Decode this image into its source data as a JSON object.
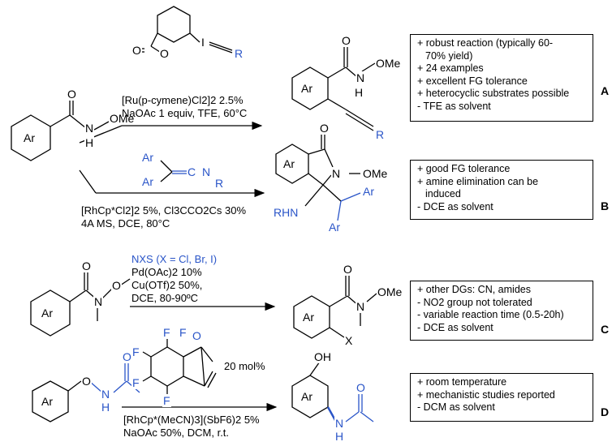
{
  "reactions": [
    {
      "id": "A",
      "reagent_line1": "[Ru(p-cymene)Cl2]2 2.5%",
      "reagent_line2": "NaOAc 1 equiv, TFE, 60°C",
      "notes": [
        "+ robust reaction (typically 60-",
        "70% yield)",
        "+ 24 examples",
        "+ excellent FG tolerance",
        "+ heterocyclic substrates possible",
        "- TFE as solvent"
      ]
    },
    {
      "id": "B",
      "reagent_line1": "[RhCp*Cl2]2 5%, Cl3CCO2Cs 30%",
      "reagent_line2": "4A MS, DCE, 80°C",
      "notes": [
        "+ good FG tolerance",
        "+ amine elimination can be",
        "   induced",
        "- DCE as solvent"
      ]
    },
    {
      "id": "C",
      "reagent_line0": "NXS   (X = Cl, Br, I)",
      "reagent_line1": "Pd(OAc)2 10%",
      "reagent_line2": "Cu(OTf)2 50%,",
      "reagent_line3": "DCE, 80-90ºC",
      "notes": [
        "+ other DGs: CN, amides",
        "- NO2 group not tolerated",
        "- variable reaction time (0.5-20h)",
        "- DCE as solvent"
      ]
    },
    {
      "id": "D",
      "reagent_above": "20 mol%",
      "reagent_line1": "[RhCp*(MeCN)3](SbF6)2 5%",
      "reagent_line2": "NaOAc 50%, DCM, r.t.",
      "notes": [
        "+ room temperature",
        "+ mechanistic studies reported",
        "- DCM as solvent"
      ]
    }
  ],
  "atoms": {
    "ar": "Ar",
    "o": "O",
    "n": "N",
    "h": "H",
    "ome": "OMe",
    "r": "R",
    "i": "I",
    "c": "C",
    "f": "F",
    "x": "X",
    "rhn": "RHN",
    "oh": "OH",
    "hn": "HN"
  }
}
